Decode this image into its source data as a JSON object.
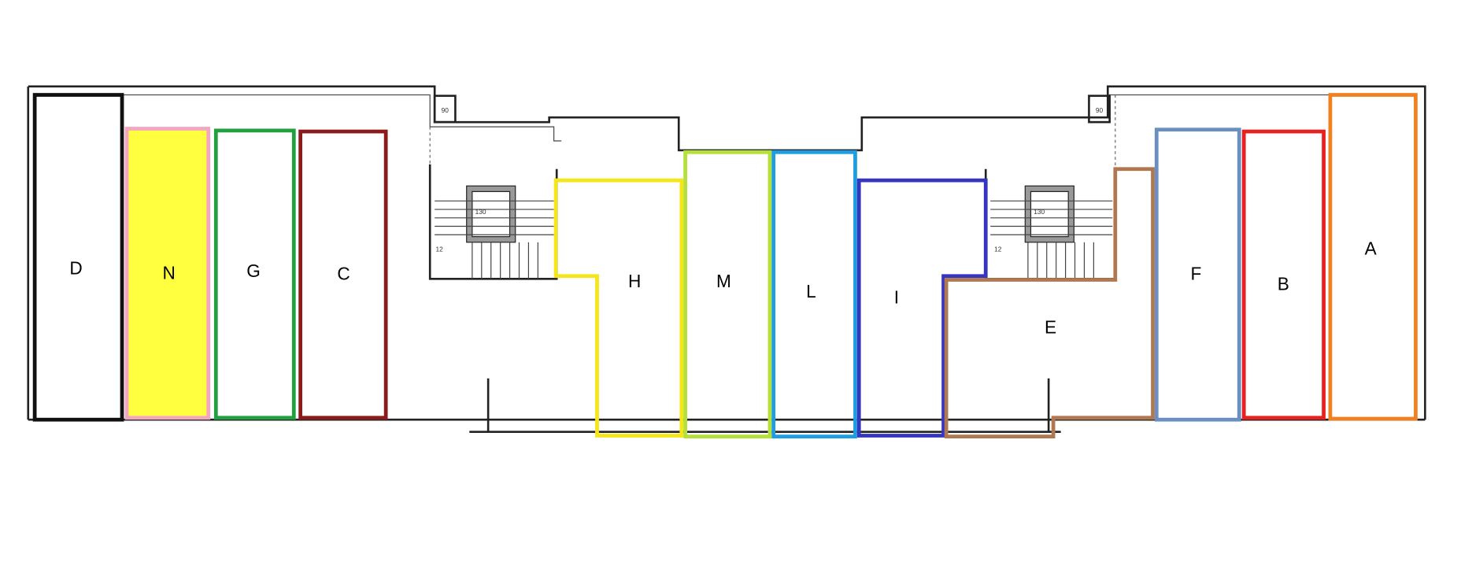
{
  "rooms": [
    {
      "id": "D",
      "label": "D",
      "color": "#111111",
      "fill": "none"
    },
    {
      "id": "N",
      "label": "N",
      "color": "#f4a6c0",
      "fill": "#ffff40"
    },
    {
      "id": "G",
      "label": "G",
      "color": "#22a040",
      "fill": "none"
    },
    {
      "id": "C",
      "label": "C",
      "color": "#8b1a1a",
      "fill": "none"
    },
    {
      "id": "H",
      "label": "H",
      "color": "#f5e61a",
      "fill": "none"
    },
    {
      "id": "M",
      "label": "M",
      "color": "#b5e03a",
      "fill": "none"
    },
    {
      "id": "L",
      "label": "L",
      "color": "#1e9ee0",
      "fill": "none"
    },
    {
      "id": "I",
      "label": "I",
      "color": "#3535c0",
      "fill": "none"
    },
    {
      "id": "E",
      "label": "E",
      "color": "#b07850",
      "fill": "none"
    },
    {
      "id": "F",
      "label": "F",
      "color": "#6a8fc0",
      "fill": "none"
    },
    {
      "id": "B",
      "label": "B",
      "color": "#e82020",
      "fill": "none"
    },
    {
      "id": "A",
      "label": "A",
      "color": "#f08020",
      "fill": "none"
    }
  ],
  "annotations": {
    "lift_left": "130",
    "lift_right": "130",
    "stair_left": "12",
    "stair_right": "12",
    "shaft_left": "90",
    "shaft_right": "90"
  }
}
